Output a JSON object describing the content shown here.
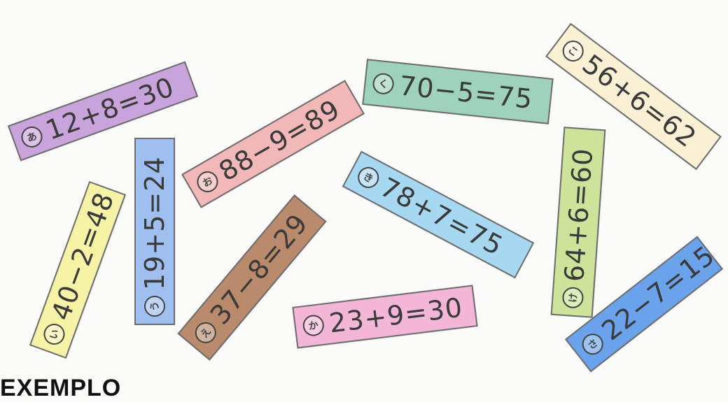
{
  "cards": [
    {
      "badge": "あ",
      "equation": "12+8=30",
      "color": "#c9a3db"
    },
    {
      "badge": "い",
      "equation": "40−2=48",
      "color": "#f6f3a6"
    },
    {
      "badge": "う",
      "equation": "19+5=24",
      "color": "#9fbff0"
    },
    {
      "badge": "え",
      "equation": "37−8=29",
      "color": "#b98a6c"
    },
    {
      "badge": "お",
      "equation": "88−9=89",
      "color": "#f2b7b7"
    },
    {
      "badge": "か",
      "equation": "23+9=30",
      "color": "#f3b6d6"
    },
    {
      "badge": "き",
      "equation": "78+7=75",
      "color": "#a7d8f1"
    },
    {
      "badge": "く",
      "equation": "70−5=75",
      "color": "#9fd2bd"
    },
    {
      "badge": "け",
      "equation": "64+6=60",
      "color": "#cde39a"
    },
    {
      "badge": "こ",
      "equation": "56+6=62",
      "color": "#faf0d4"
    },
    {
      "badge": "さ",
      "equation": "22−7=15",
      "color": "#6aa3ec"
    }
  ],
  "footer": {
    "label": "EXEMPLO"
  }
}
